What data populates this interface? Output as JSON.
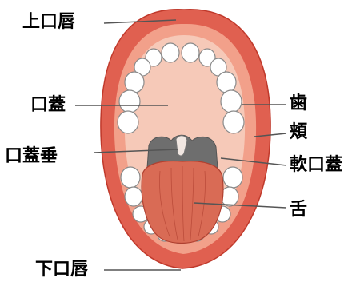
{
  "labels": {
    "upper_lip": "上口唇",
    "palate": "口蓋",
    "uvula": "口蓋垂",
    "lower_lip": "下口唇",
    "teeth": "歯",
    "cheek": "頬",
    "soft_palate": "軟口蓋",
    "tongue": "舌"
  },
  "colors": {
    "lip": "#e06050",
    "lip_inner": "#f2a08a",
    "mouth_inside": "#f6c9b8",
    "tooth_outline": "#8a8a8a",
    "throat": "#6e6e6e",
    "tongue": "#d96b55",
    "tongue_lines": "#b04030",
    "leader_line": "#555555"
  }
}
